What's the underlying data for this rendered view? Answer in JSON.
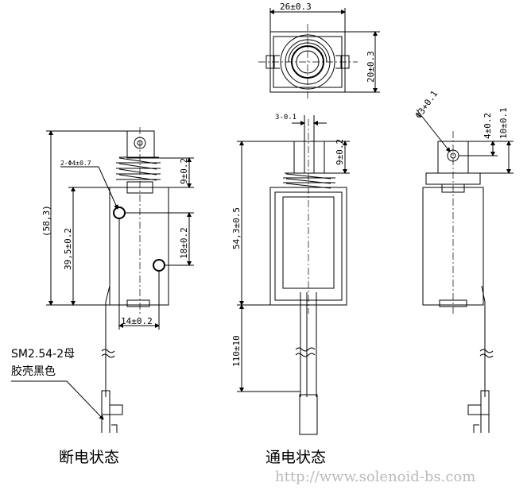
{
  "views": {
    "off_state": {
      "caption": "断电状态",
      "dims": {
        "overall": "(58,3)",
        "body": "39,5±0.2",
        "top": "9±0.2",
        "hole_offset": "18±0.2",
        "width": "14±0.2",
        "hole_spec": "2-Φ4±0.7"
      },
      "connector_note": [
        "SM2.54-2母",
        "胶壳黑色"
      ]
    },
    "on_state": {
      "caption": "通电状态",
      "dims": {
        "shaft": "3-0.1",
        "top": "9±0.2",
        "body": "54,3±0.5",
        "lead": "110±10"
      }
    },
    "top_view": {
      "dims": {
        "width": "26±0.3",
        "height": "20±0.3"
      }
    },
    "side_view": {
      "dims": {
        "hole": "Φ3+0.1",
        "a": "4±0.2",
        "b": "10±0.1"
      }
    }
  },
  "watermark": "http://www.solenoid-bs.com"
}
